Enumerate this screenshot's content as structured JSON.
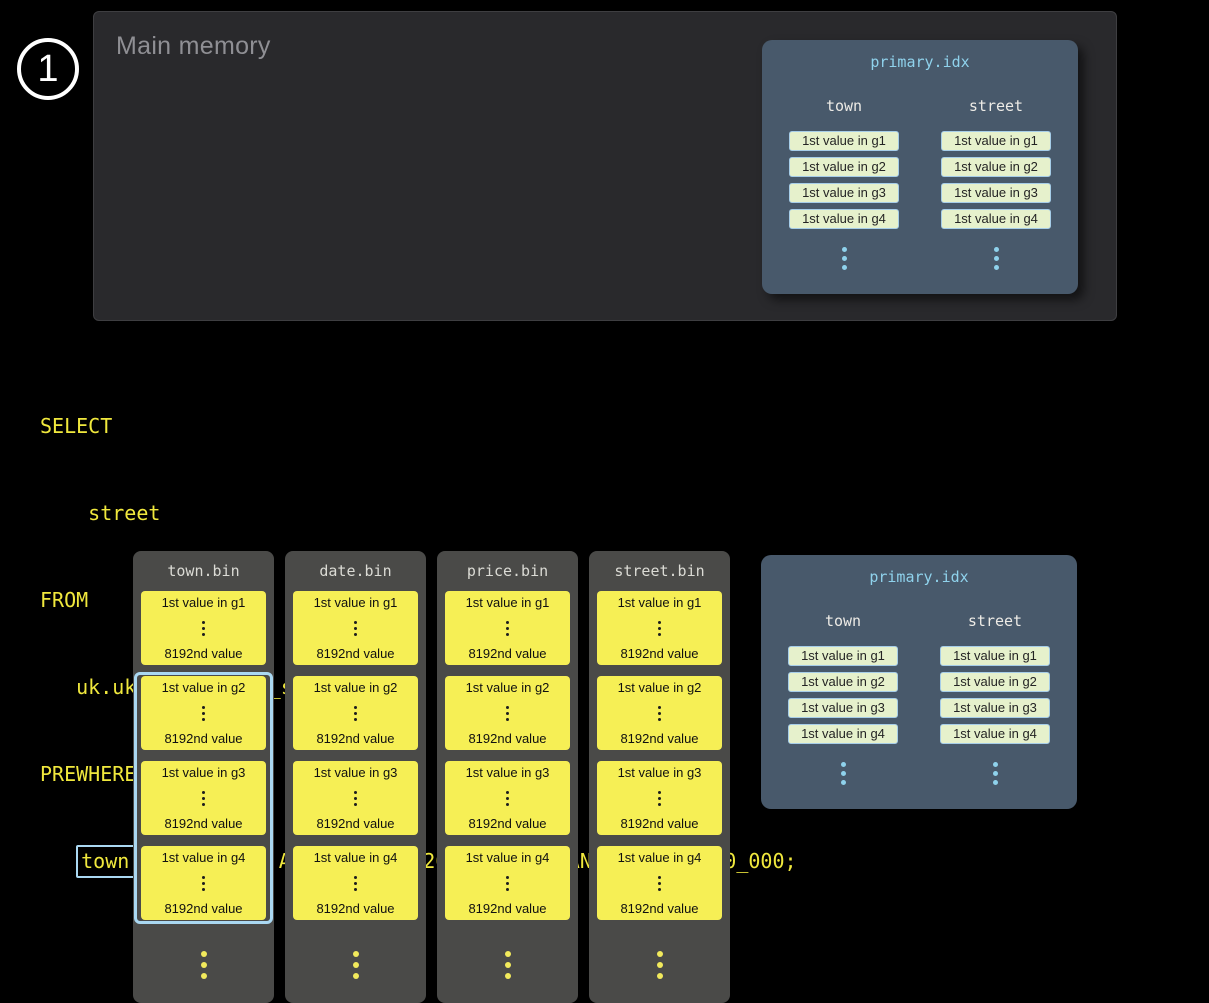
{
  "badge": {
    "number": "1"
  },
  "main_memory": {
    "title": "Main memory"
  },
  "primary_idx_top": {
    "title": "primary.idx",
    "columns": [
      {
        "header": "town",
        "cells": [
          "1st value in g1",
          "1st value in g2",
          "1st value in g3",
          "1st value in g4"
        ]
      },
      {
        "header": "street",
        "cells": [
          "1st value in g1",
          "1st value in g2",
          "1st value in g3",
          "1st value in g4"
        ]
      }
    ]
  },
  "primary_idx_bottom": {
    "title": "primary.idx",
    "columns": [
      {
        "header": "town",
        "cells": [
          "1st value in g1",
          "1st value in g2",
          "1st value in g3",
          "1st value in g4"
        ]
      },
      {
        "header": "street",
        "cells": [
          "1st value in g1",
          "1st value in g2",
          "1st value in g3",
          "1st value in g4"
        ]
      }
    ]
  },
  "sql": {
    "line1": "SELECT",
    "line2": "    street",
    "line3": "FROM",
    "line4": "   uk.uk_price_paid_simple",
    "line5": "PREWHERE",
    "line6_indent": "   ",
    "line6_highlight": "town = 'LONDON'",
    "line6_rest": " AND date > '2024-12-31' AND price < 10_000;"
  },
  "bin_columns": [
    {
      "title": "town.bin",
      "blocks": [
        {
          "first": "1st value in g1",
          "last": "8192nd value"
        },
        {
          "first": "1st value in g2",
          "last": "8192nd value"
        },
        {
          "first": "1st value in g3",
          "last": "8192nd value"
        },
        {
          "first": "1st value in g4",
          "last": "8192nd value"
        }
      ]
    },
    {
      "title": "date.bin",
      "blocks": [
        {
          "first": "1st value in g1",
          "last": "8192nd value"
        },
        {
          "first": "1st value in g2",
          "last": "8192nd value"
        },
        {
          "first": "1st value in g3",
          "last": "8192nd value"
        },
        {
          "first": "1st value in g4",
          "last": "8192nd value"
        }
      ]
    },
    {
      "title": "price.bin",
      "blocks": [
        {
          "first": "1st value in g1",
          "last": "8192nd value"
        },
        {
          "first": "1st value in g2",
          "last": "8192nd value"
        },
        {
          "first": "1st value in g3",
          "last": "8192nd value"
        },
        {
          "first": "1st value in g4",
          "last": "8192nd value"
        }
      ]
    },
    {
      "title": "street.bin",
      "blocks": [
        {
          "first": "1st value in g1",
          "last": "8192nd value"
        },
        {
          "first": "1st value in g2",
          "last": "8192nd value"
        },
        {
          "first": "1st value in g3",
          "last": "8192nd value"
        },
        {
          "first": "1st value in g4",
          "last": "8192nd value"
        }
      ]
    }
  ],
  "colors": {
    "sql_text": "#f0e83d",
    "highlight_border": "#aad8f2",
    "granule_block": "#f6ef55",
    "index_cell": "#e6f1cc",
    "index_card": "#48596b",
    "accent_blue": "#8fd2ec"
  }
}
